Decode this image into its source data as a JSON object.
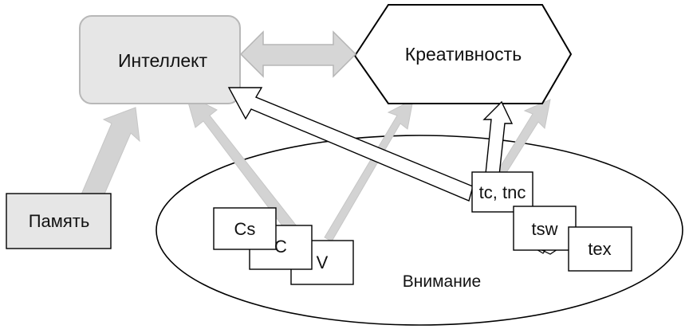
{
  "nodes": {
    "intellect": "Интеллект",
    "creativity": "Креативность",
    "memory": "Память",
    "attention": "Внимание",
    "cs": "Cs",
    "c": "C",
    "v": "V",
    "tc_tnc": "tc, tnc",
    "tsw": "tsw",
    "tex": "tex"
  },
  "colors": {
    "gray_fill": "#e6e6e6",
    "gray_stroke": "#b8b8b8",
    "arrow_gray": "#d3d3d3",
    "arrow_gray_stroke": "#c4c4c4",
    "black": "#000000",
    "white": "#ffffff"
  }
}
